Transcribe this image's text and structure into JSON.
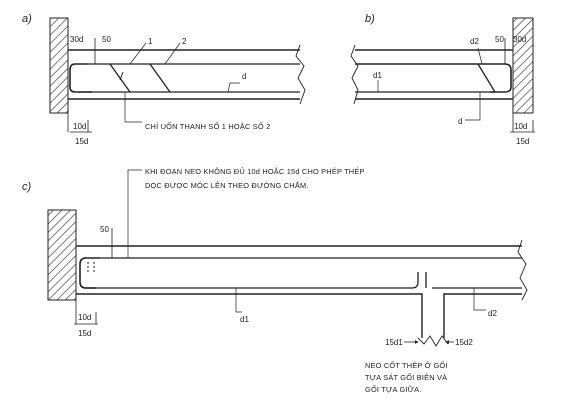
{
  "panels": {
    "a": {
      "label": "a)",
      "dim_30d": "30d",
      "dim_50": "50",
      "bar_1": "1",
      "bar_2": "2",
      "bar_d": "d",
      "dim_10d": "10d",
      "dim_15d": "15d",
      "note": "CHỈ UỐN THANH SỐ 1 HOẶC SỐ 2"
    },
    "b": {
      "label": "b)",
      "dim_30d": "30d",
      "dim_50": "50",
      "bar_d2": "d2",
      "bar_d1": "d1",
      "bar_d": "d",
      "dim_10d": "10d",
      "dim_15d": "15d"
    },
    "c": {
      "label": "c)",
      "note_line1": "KHI ĐOẠN NEO KHÔNG ĐỦ 10d HOẶC 15d CHO PHÉP THÉP",
      "note_line2": "DỌC ĐƯỢC MÓC LÊN THEO ĐƯỜNG CHẤM.",
      "dim_50": "50",
      "dim_10d": "10d",
      "dim_15d": "15d",
      "bar_d1": "d1",
      "bar_d2": "d2",
      "dim_15d1": "15d1",
      "dim_15d2": "15d2",
      "note2_line1": "NEO CỐT THÉP Ở GỐI",
      "note2_line2": "TỰA SÁT GỐI BIÊN VÀ",
      "note2_line3": "GỐI TỰA GIỮA."
    }
  }
}
